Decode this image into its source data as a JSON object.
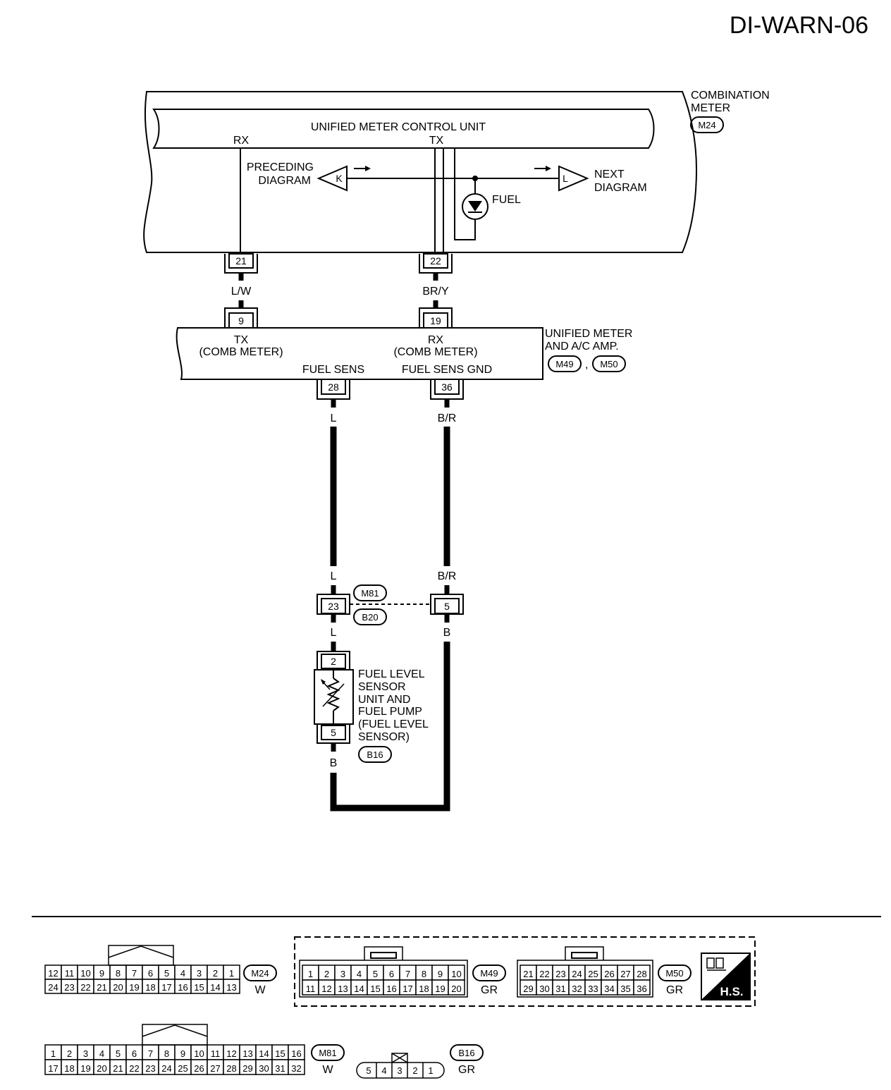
{
  "page_code": "DI-WARN-06",
  "combination_meter": {
    "label_line1": "COMBINATION",
    "label_line2": "METER",
    "connector": "M24",
    "unit_title": "UNIFIED METER CONTROL UNIT",
    "rx": "RX",
    "tx": "TX",
    "preceding_line1": "PRECEDING",
    "preceding_line2": "DIAGRAM",
    "preceding_letter": "K",
    "next_line1": "NEXT",
    "next_line2": "DIAGRAM",
    "next_letter": "L",
    "fuel_label": "FUEL"
  },
  "meter_pins": {
    "left": "21",
    "right": "22"
  },
  "wires": {
    "left_top": "L/W",
    "right_top": "BR/Y",
    "left_mid": "L",
    "right_mid": "B/R",
    "left_low": "L",
    "right_low": "B/R",
    "left_after_joint": "L",
    "right_after_joint": "B",
    "sensor_bottom": "B"
  },
  "amp": {
    "pin_left_top": "9",
    "pin_right_top": "19",
    "tx": "TX",
    "tx_sub": "(COMB METER)",
    "rx": "RX",
    "rx_sub": "(COMB METER)",
    "fuel_sens": "FUEL SENS",
    "fuel_sens_gnd": "FUEL SENS GND",
    "pin_left_bottom": "28",
    "pin_right_bottom": "36",
    "label_line1": "UNIFIED METER",
    "label_line2": "AND A/C AMP.",
    "connector_a": "M49",
    "separator": ",",
    "connector_b": "M50"
  },
  "joint": {
    "pin_left": "23",
    "pin_right": "5",
    "connector_top": "M81",
    "connector_bottom": "B20"
  },
  "sensor": {
    "pin_top": "2",
    "pin_bottom": "5",
    "label_lines": [
      "FUEL LEVEL",
      "SENSOR",
      "UNIT AND",
      "FUEL PUMP",
      "(FUEL LEVEL",
      "SENSOR)"
    ],
    "connector": "B16"
  },
  "connector_views": {
    "m24": {
      "id": "M24",
      "color": "W",
      "top": [
        "12",
        "11",
        "10",
        "9",
        "8",
        "7",
        "6",
        "5",
        "4",
        "3",
        "2",
        "1"
      ],
      "bottom": [
        "24",
        "23",
        "22",
        "21",
        "20",
        "19",
        "18",
        "17",
        "16",
        "15",
        "14",
        "13"
      ]
    },
    "m49": {
      "id": "M49",
      "color": "GR",
      "top": [
        "1",
        "2",
        "3",
        "4",
        "5",
        "6",
        "7",
        "8",
        "9",
        "10"
      ],
      "bottom": [
        "11",
        "12",
        "13",
        "14",
        "15",
        "16",
        "17",
        "18",
        "19",
        "20"
      ]
    },
    "m50": {
      "id": "M50",
      "color": "GR",
      "top": [
        "21",
        "22",
        "23",
        "24",
        "25",
        "26",
        "27",
        "28"
      ],
      "bottom": [
        "29",
        "30",
        "31",
        "32",
        "33",
        "34",
        "35",
        "36"
      ]
    },
    "m81": {
      "id": "M81",
      "color": "W",
      "top": [
        "1",
        "2",
        "3",
        "4",
        "5",
        "6",
        "7",
        "8",
        "9",
        "10",
        "11",
        "12",
        "13",
        "14",
        "15",
        "16"
      ],
      "bottom": [
        "17",
        "18",
        "19",
        "20",
        "21",
        "22",
        "23",
        "24",
        "25",
        "26",
        "27",
        "28",
        "29",
        "30",
        "31",
        "32"
      ]
    },
    "b16": {
      "id": "B16",
      "color": "GR",
      "pins": [
        "5",
        "4",
        "3",
        "2",
        "1"
      ]
    },
    "hs_label": "H.S."
  }
}
